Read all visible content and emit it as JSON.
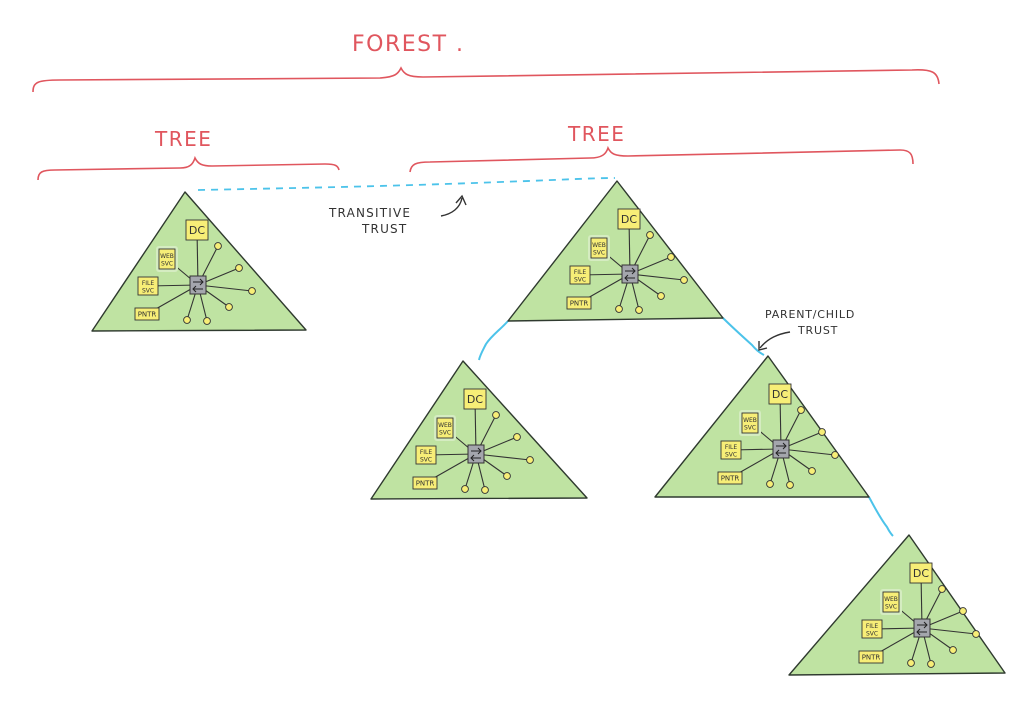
{
  "labels": {
    "forest": "FOREST .",
    "tree_left": "TREE",
    "tree_right": "TREE",
    "transitive_trust_line1": "TRANSITIVE",
    "transitive_trust_line2": "TRUST",
    "parent_child_line1": "PARENT/CHILD",
    "parent_child_line2": "TRUST"
  },
  "node_labels": {
    "dc": "DC",
    "web_svc_1": "WEB",
    "web_svc_2": "SVC",
    "file_svc_1": "FILE",
    "file_svc_2": "SVC",
    "printer": "PNTR"
  },
  "colors": {
    "brace_red": "#e0565e",
    "label_red": "#e0565e",
    "trust_blue": "#4cc3ea",
    "triangle_fill": "#bfe3a2",
    "triangle_stroke": "#2f3a2f",
    "yellow": "#f7ee77",
    "hub_gray": "#a4a6ad",
    "ink": "#333333"
  },
  "icons": {
    "hub": "network-switch-icon",
    "node": "endpoint-dot-icon"
  }
}
